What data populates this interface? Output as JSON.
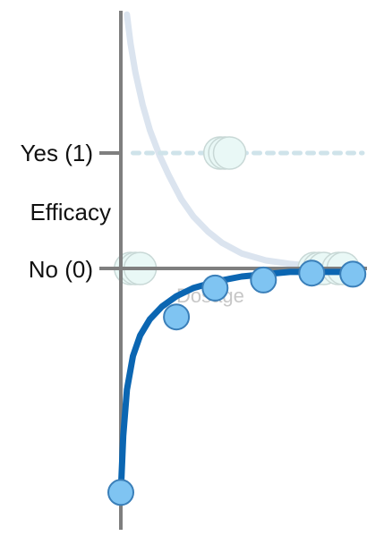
{
  "chart_data": {
    "type": "scatter",
    "title": "",
    "xlabel": "Dosage",
    "ylabel": "Efficacy",
    "y_ticks": [
      {
        "value": 1,
        "label": "Yes (1)"
      },
      {
        "value": 0,
        "label": "No (0)"
      }
    ],
    "grid": false,
    "series": [
      {
        "kind": "scatter",
        "faded": true,
        "x": [
          0.4,
          0.6,
          0.8,
          4.1,
          4.3,
          4.5,
          8.0,
          8.2,
          8.4,
          9.0,
          9.2
        ],
        "y": [
          0,
          0,
          0,
          1,
          1,
          1,
          0,
          0,
          0,
          0,
          0
        ]
      },
      {
        "kind": "line",
        "faded": true,
        "style": "dotted",
        "x": [
          0.5,
          10.0
        ],
        "y": [
          1,
          1
        ]
      },
      {
        "kind": "line",
        "faded": true,
        "x": [
          0.25,
          0.4,
          0.6,
          0.9,
          1.2,
          1.6,
          2.0,
          2.5,
          3.0,
          3.6,
          4.2,
          5.0,
          6.0,
          7.0,
          8.0,
          9.0,
          10.0
        ],
        "y": [
          2.2,
          1.95,
          1.7,
          1.42,
          1.2,
          0.98,
          0.8,
          0.6,
          0.45,
          0.32,
          0.22,
          0.13,
          0.07,
          0.04,
          0.02,
          0.01,
          0.0
        ]
      },
      {
        "kind": "scatter",
        "faded": false,
        "x": [
          0.0,
          2.3,
          3.9,
          5.9,
          7.9,
          9.6
        ],
        "y": [
          -1.94,
          -0.42,
          -0.17,
          -0.1,
          -0.04,
          -0.05
        ]
      },
      {
        "kind": "line",
        "faded": false,
        "x": [
          0.0,
          0.1,
          0.25,
          0.5,
          0.8,
          1.2,
          1.7,
          2.3,
          3.0,
          4.0,
          5.0,
          6.0,
          7.0,
          8.0,
          9.0,
          10.0
        ],
        "y": [
          -1.94,
          -1.45,
          -1.05,
          -0.76,
          -0.58,
          -0.44,
          -0.33,
          -0.24,
          -0.17,
          -0.11,
          -0.07,
          -0.05,
          -0.03,
          -0.03,
          -0.03,
          -0.03
        ]
      }
    ]
  },
  "colors": {
    "axis": "#7f7f7f",
    "faded_point_fill": "#e9f8f6",
    "faded_point_stroke": "#c8d8d6",
    "faded_curve": "#dbe4ef",
    "dotted_line": "#cfe3ea",
    "blue_curve": "#0b66b2",
    "blue_point_fill": "#7fc4f2",
    "blue_point_stroke": "#3a7fb9",
    "x_label": "#c7c7c7",
    "text": "#111111"
  }
}
